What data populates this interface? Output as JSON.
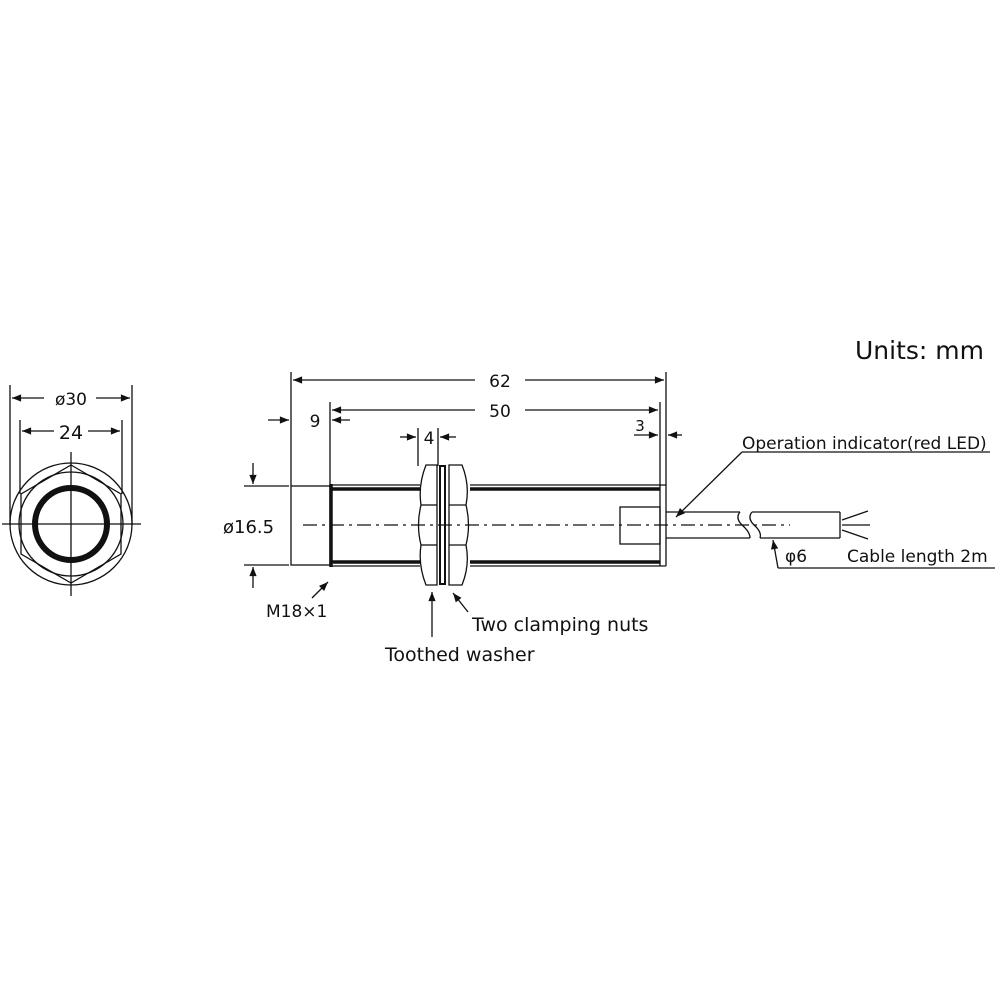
{
  "units": "Units: mm",
  "end_view": {
    "outer_diameter": "ø30",
    "across_flats": "24"
  },
  "side_view": {
    "total_length": "62",
    "thread_length": "50",
    "front_length": "9",
    "nut_width": "4",
    "end_cap": "3",
    "front_diameter": "ø16.5",
    "thread": "M18×1",
    "cable_diameter": "φ6"
  },
  "callouts": {
    "indicator": "Operation indicator(red LED)",
    "cable_length": "Cable length 2m",
    "nuts": "Two clamping nuts",
    "washer": "Toothed washer"
  }
}
